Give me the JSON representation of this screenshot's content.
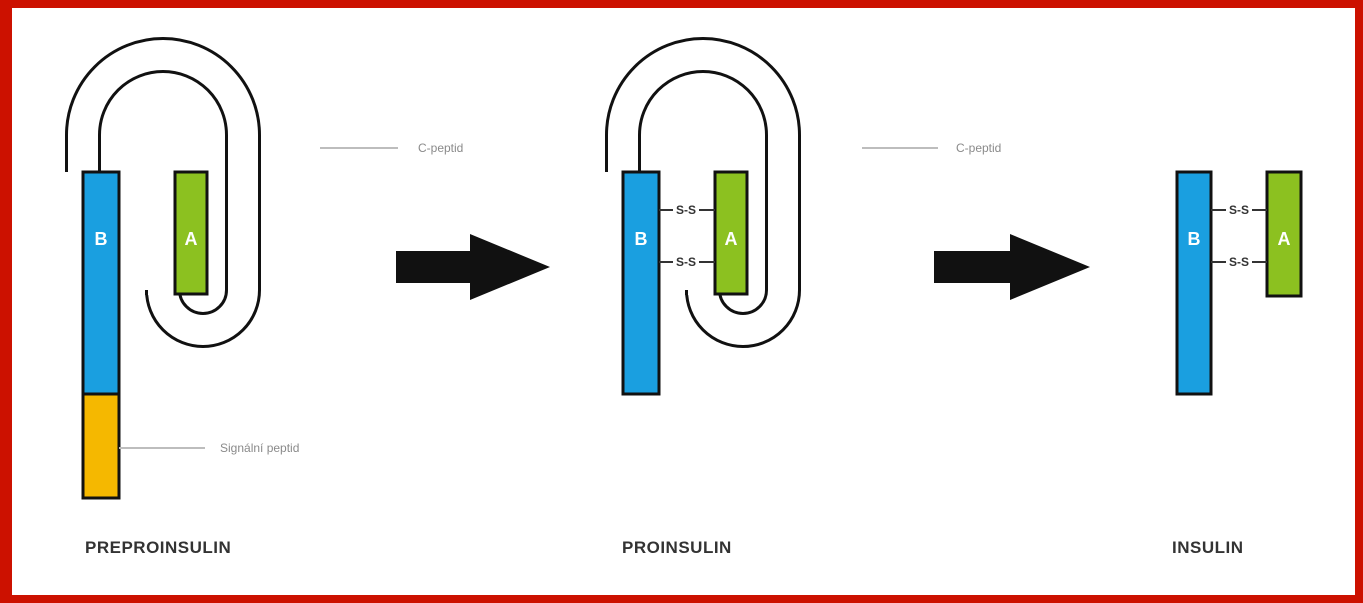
{
  "colors": {
    "border": "#cc1100",
    "chain_b": "#1a9fe0",
    "chain_a": "#8cc120",
    "signal_peptide": "#f5b800",
    "outline": "#111111"
  },
  "chains": {
    "a_label": "A",
    "b_label": "B",
    "disulfide_label": "S-S"
  },
  "labels": {
    "c_peptide": "C-peptid",
    "signal_peptide": "Signální peptid"
  },
  "stages": [
    {
      "name": "PREPROINSULIN"
    },
    {
      "name": "PROINSULIN"
    },
    {
      "name": "INSULIN"
    }
  ]
}
